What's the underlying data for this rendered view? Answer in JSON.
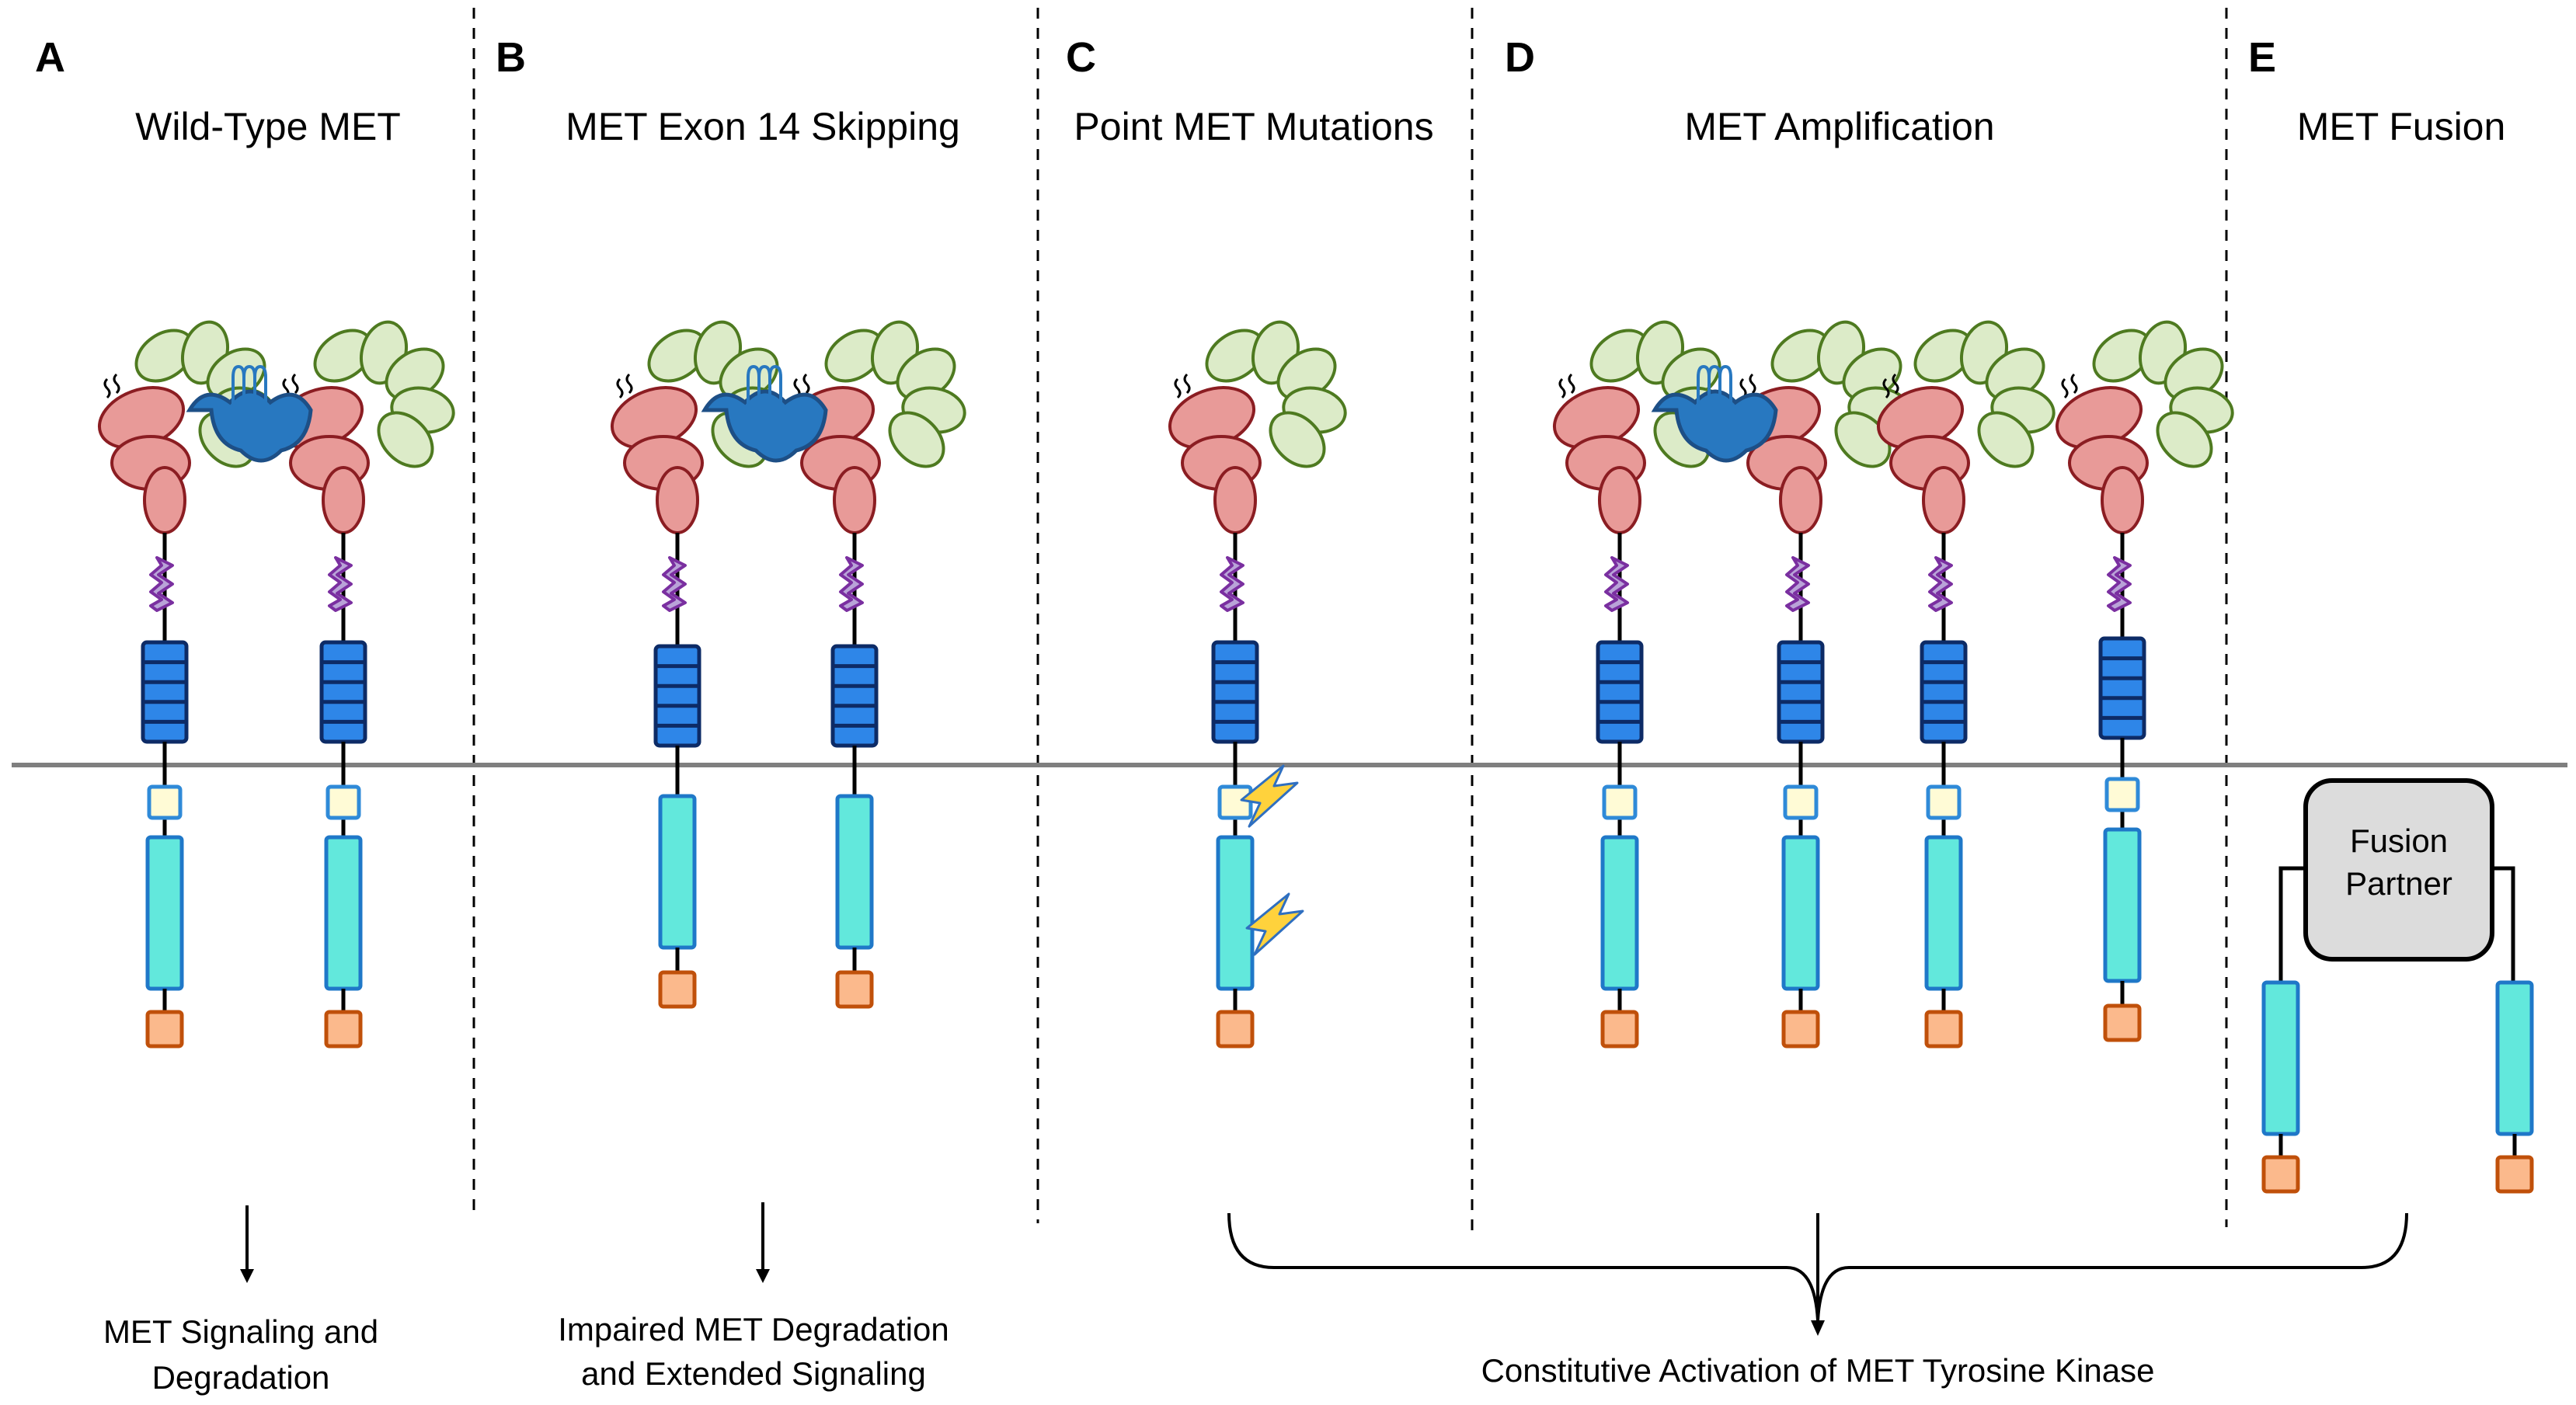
{
  "panels": [
    {
      "letter": "A",
      "title": "Wild-Type MET",
      "outcome_line1": "MET Signaling and",
      "outcome_line2": "Degradation"
    },
    {
      "letter": "B",
      "title": "MET Exon 14 Skipping",
      "outcome_line1": "Impaired MET Degradation",
      "outcome_line2": "and Extended Signaling"
    },
    {
      "letter": "C",
      "title": "Point MET Mutations"
    },
    {
      "letter": "D",
      "title": "MET Amplification"
    },
    {
      "letter": "E",
      "title": "MET Fusion"
    }
  ],
  "fusion_partner": {
    "line1": "Fusion",
    "line2": "Partner"
  },
  "shared_outcome": "Constitutive Activation of MET Tyrosine Kinase",
  "colors": {
    "sema_red": "#e89a98",
    "sema_red_stroke": "#8b1d22",
    "leaf_green": "#dcebc8",
    "leaf_green_stroke": "#4e7a20",
    "hgf_blue": "#2878c0",
    "hgf_blue_stroke": "#1d4f86",
    "psi_purple": "#b9a3d8",
    "psi_purple_stroke": "#7a2fa0",
    "ipt_blue": "#2e86e8",
    "ipt_blue_stroke": "#0d2b66",
    "jm_yellow": "#fffbd6",
    "jm_yellow_stroke": "#2f8ad8",
    "kinase_teal": "#62e8dc",
    "kinase_teal_stroke": "#1f78c8",
    "tail_orange": "#fbb98c",
    "tail_orange_stroke": "#c0500a",
    "membrane_gray": "#7f7f7f",
    "fusion_gray": "#dcdcdc",
    "lightning_yellow": "#ffd23c",
    "lightning_stroke": "#2f6fc0"
  }
}
